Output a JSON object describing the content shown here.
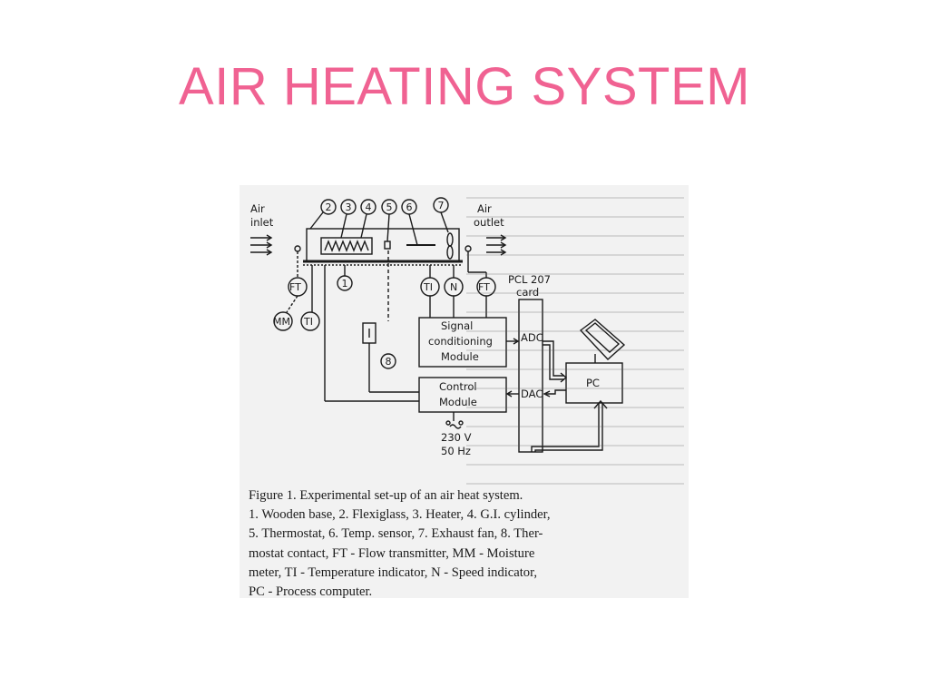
{
  "slide": {
    "title": "AIR HEATING SYSTEM"
  },
  "diagram": {
    "labels": {
      "air_inlet_line1": "Air",
      "air_inlet_line2": "inlet",
      "air_outlet_line1": "Air",
      "air_outlet_line2": "outlet",
      "pcl_line1": "PCL 207",
      "pcl_line2": "card",
      "signal_line1": "Signal",
      "signal_line2": "conditioning",
      "signal_line3": "Module",
      "control_line1": "Control",
      "control_line2": "Module",
      "adc": "ADC",
      "dac": "DAC",
      "pc": "PC",
      "power_line1": "230 V",
      "power_line2": "50 Hz"
    },
    "circles": {
      "n1": "1",
      "n2": "2",
      "n3": "3",
      "n4": "4",
      "n5": "5",
      "n6": "6",
      "n7": "7",
      "n8": "8",
      "ft_left": "FT",
      "mm": "MM",
      "ti_left": "TI",
      "ti_right": "TI",
      "n_speed": "N",
      "ft_right": "FT"
    }
  },
  "caption": {
    "line1": "Figure 1.   Experimental set-up of an air heat system.",
    "line2": "1. Wooden base, 2. Flexiglass, 3. Heater, 4. G.I. cylinder,",
    "line3": "5. Thermostat, 6. Temp. sensor, 7. Exhaust fan, 8. Ther-",
    "line4": "mostat contact, FT - Flow transmitter, MM - Moisture",
    "line5": "meter, TI - Temperature indicator, N - Speed indicator,",
    "line6": "PC - Process computer."
  }
}
